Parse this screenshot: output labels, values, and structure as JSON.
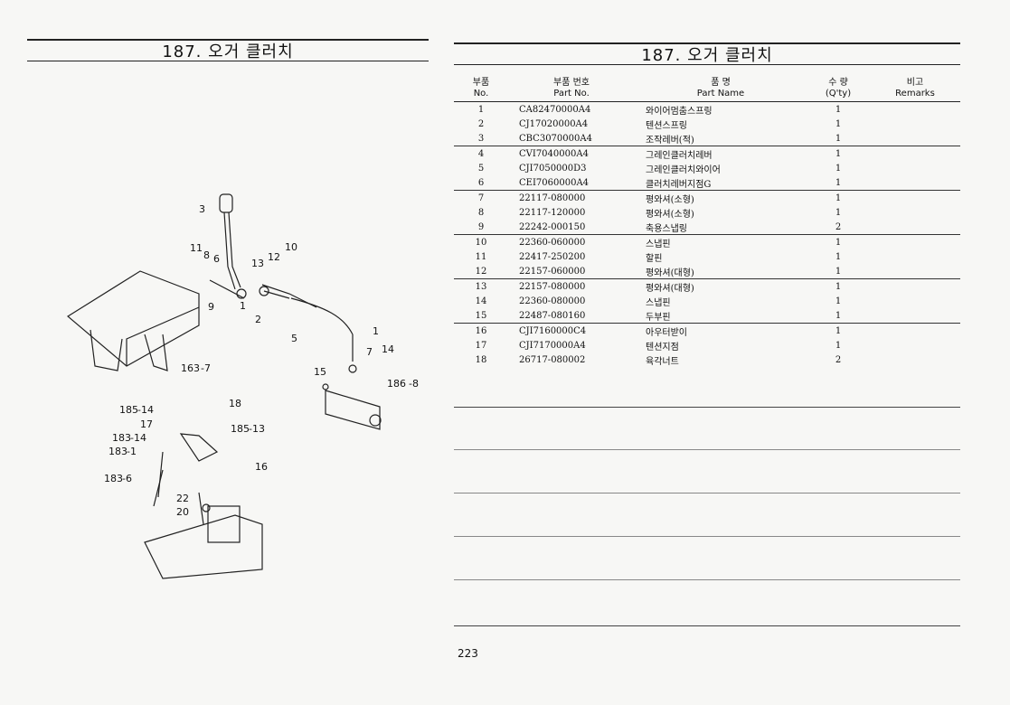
{
  "left_page": {
    "title": "187. 오거 클러치",
    "callouts": [
      "3",
      "11",
      "8",
      "6",
      "13",
      "12",
      "10",
      "9",
      "1",
      "2",
      "5",
      "1",
      "7",
      "14",
      "15",
      "163",
      "-7",
      "186",
      "-8",
      "18",
      "185",
      "-14",
      "17",
      "183",
      "-14",
      "183",
      "-1",
      "185",
      "-13",
      "183",
      "-6",
      "16",
      "22",
      "20"
    ]
  },
  "right_page": {
    "title": "187. 오거 클러치",
    "header": {
      "no_kr": "부품",
      "no_en": "No.",
      "part_no_kr": "부품 번호",
      "part_no_en": "Part No.",
      "name_kr": "품 명",
      "name_en": "Part Name",
      "qty_kr": "수 량",
      "qty_en": "(Q'ty)",
      "remarks_kr": "비고",
      "remarks_en": "Remarks"
    },
    "rows": [
      {
        "no": "1",
        "part": "CA82470000A4",
        "name": "와이어멈춤스프링",
        "qty": "1"
      },
      {
        "no": "2",
        "part": "CJ17020000A4",
        "name": "텐션스프링",
        "qty": "1"
      },
      {
        "no": "3",
        "part": "CBC3070000A4",
        "name": "조작레버(적)",
        "qty": "1"
      },
      {
        "no": "4",
        "part": "CVI7040000A4",
        "name": "그레인클러치레버",
        "qty": "1"
      },
      {
        "no": "5",
        "part": "CJI7050000D3",
        "name": "그레인클러치와이어",
        "qty": "1"
      },
      {
        "no": "6",
        "part": "CEI7060000A4",
        "name": "클러치레버지점G",
        "qty": "1"
      },
      {
        "no": "7",
        "part": "22117-080000",
        "name": "평와셔(소형)",
        "qty": "1"
      },
      {
        "no": "8",
        "part": "22117-120000",
        "name": "평와셔(소형)",
        "qty": "1"
      },
      {
        "no": "9",
        "part": "22242-000150",
        "name": "축용스냅링",
        "qty": "2"
      },
      {
        "no": "10",
        "part": "22360-060000",
        "name": "스냅핀",
        "qty": "1"
      },
      {
        "no": "11",
        "part": "22417-250200",
        "name": "할핀",
        "qty": "1"
      },
      {
        "no": "12",
        "part": "22157-060000",
        "name": "평와셔(대형)",
        "qty": "1"
      },
      {
        "no": "13",
        "part": "22157-080000",
        "name": "평와셔(대형)",
        "qty": "1"
      },
      {
        "no": "14",
        "part": "22360-080000",
        "name": "스냅핀",
        "qty": "1"
      },
      {
        "no": "15",
        "part": "22487-080160",
        "name": "두부핀",
        "qty": "1"
      },
      {
        "no": "16",
        "part": "CJI7160000C4",
        "name": "아우터받이",
        "qty": "1"
      },
      {
        "no": "17",
        "part": "CJI7170000A4",
        "name": "텐션지점",
        "qty": "1"
      },
      {
        "no": "18",
        "part": "26717-080002",
        "name": "육각너트",
        "qty": "2"
      }
    ],
    "page_number": "223"
  }
}
